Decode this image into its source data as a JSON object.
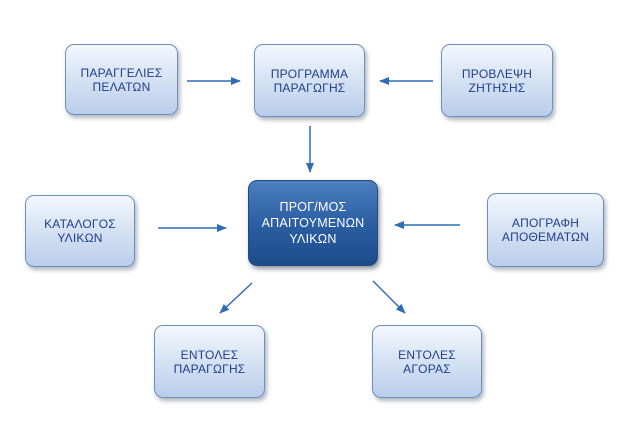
{
  "diagram": {
    "center": [
      "ΠΡΟΓ/ΜΟΣ",
      "ΑΠΑΙΤΟΥΜΕΝΩΝ",
      "ΥΛΙΚΩΝ"
    ],
    "customer_orders": [
      "ΠΑΡΑΓΓΕΛΙΕΣ",
      "ΠΕΛΑΤΩΝ"
    ],
    "production_program": [
      "ΠΡΟΓΡΑΜΜΑ",
      "ΠΑΡΑΓΩΓΗΣ"
    ],
    "demand_forecast": [
      "ΠΡΟΒΛΕΨΗ",
      "ΖΗΤΗΣΗΣ"
    ],
    "material_catalog": [
      "ΚΑΤΑΛΟΓΟΣ",
      "ΥΛΙΚΩΝ"
    ],
    "inventory_stock": [
      "ΑΠΟΓΡΑΦΗ",
      "ΑΠΟΘΕΜΑΤΩΝ"
    ],
    "production_orders": [
      "ΕΝΤΟΛΕΣ",
      "ΠΑΡΑΓΩΓΗΣ"
    ],
    "purchase_orders": [
      "ΕΝΤΟΛΕΣ",
      "ΑΓΟΡΑΣ"
    ]
  },
  "colors": {
    "node_text": "#1f3e8c",
    "node_border": "#6d8fbf",
    "center_fill": "#2c5fa3",
    "arrow": "#2f6db5"
  }
}
